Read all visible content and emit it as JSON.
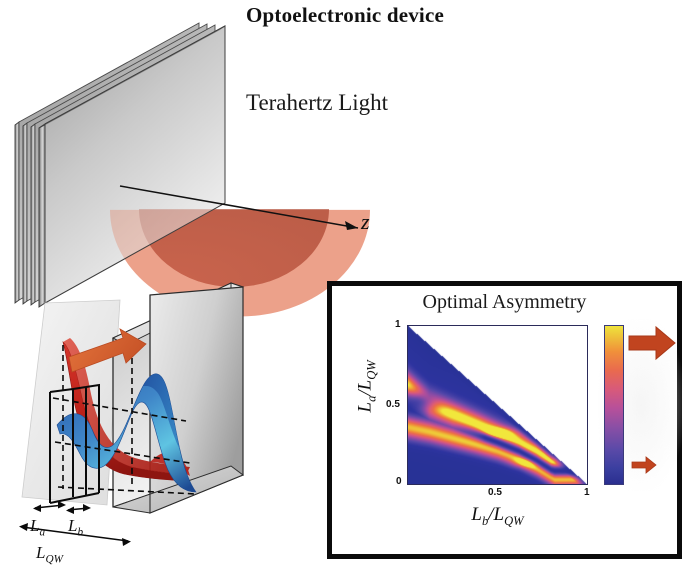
{
  "figure": {
    "title": "Optoelectronic device",
    "light_label": "Terahertz Light",
    "axis_z_label": "z"
  },
  "quantum_well": {
    "label_la": "L",
    "label_la_sub": "a",
    "label_lb": "L",
    "label_lb_sub": "b",
    "label_lqw": "L",
    "label_lqw_sub": "QW",
    "well_colors": {
      "upper_state": "#c0261d",
      "lower_state": "#1f5fae",
      "lower_state_highlight": "#49c2e0",
      "transition_arrow": "#d9602f"
    }
  },
  "inset": {
    "title": "Optimal Asymmetry",
    "y_axis_label_main": "L",
    "y_axis_label_sub": "a",
    "y_axis_label_den": "L",
    "y_axis_label_den_sub": "QW",
    "x_axis_label_main": "L",
    "x_axis_label_sub": "b",
    "x_axis_label_den": "L",
    "x_axis_label_den_sub": "QW",
    "ticks": {
      "y_top": "1",
      "y_mid": "0.5",
      "origin": "0",
      "x_mid": "0.5",
      "x_right": "1"
    },
    "arrow_color": "#c1441f",
    "border_color": "#0b0b0b"
  },
  "chart_data": {
    "type": "heatmap",
    "title": "Optimal Asymmetry",
    "xlabel": "Lb/LQW",
    "ylabel": "La/LQW",
    "xlim": [
      0,
      1
    ],
    "ylim": [
      0,
      1
    ],
    "xticks": [
      0,
      0.5,
      1
    ],
    "yticks": [
      0,
      0.5,
      1
    ],
    "grid": false,
    "colorbar": {
      "position": "right",
      "stops": [
        "#2a2f8f",
        "#5b4aa8",
        "#b7509a",
        "#e96a4e",
        "#efe33c"
      ],
      "labels": []
    },
    "domain_mask": "valid where x + y <= 1 (lower-left triangle); upper-right triangle is blank white",
    "value_range": [
      0,
      1
    ],
    "description": "Asymmetry metric over barrier/well widths. Dark blue low background with two bright magenta-orange-yellow ridge bands running diagonally across the triangular domain; ridges peak (yellow) near x=0.45-0.55, y=0.28-0.32 and along the lower band near x=0.65, y=0.12.",
    "ridges": [
      {
        "name": "upper-ridge",
        "points": [
          [
            0.0,
            0.62
          ],
          [
            0.12,
            0.5
          ],
          [
            0.25,
            0.44
          ],
          [
            0.4,
            0.37
          ],
          [
            0.5,
            0.32
          ],
          [
            0.62,
            0.26
          ],
          [
            0.72,
            0.2
          ],
          [
            0.8,
            0.14
          ]
        ],
        "peak_value": 1.0
      },
      {
        "name": "lower-ridge",
        "points": [
          [
            0.0,
            0.36
          ],
          [
            0.12,
            0.33
          ],
          [
            0.25,
            0.29
          ],
          [
            0.38,
            0.25
          ],
          [
            0.5,
            0.21
          ],
          [
            0.62,
            0.16
          ],
          [
            0.72,
            0.1
          ],
          [
            0.82,
            0.03
          ]
        ],
        "peak_value": 0.92
      }
    ],
    "low_value_lobes": [
      {
        "name": "left-blue-lobe",
        "center": [
          0.06,
          0.52
        ],
        "value": 0.05
      },
      {
        "name": "central-blue-wedge",
        "center": [
          0.45,
          0.25
        ],
        "value": 0.05
      },
      {
        "name": "bottom-blue-region",
        "center": [
          0.25,
          0.08
        ],
        "value": 0.1
      }
    ]
  }
}
